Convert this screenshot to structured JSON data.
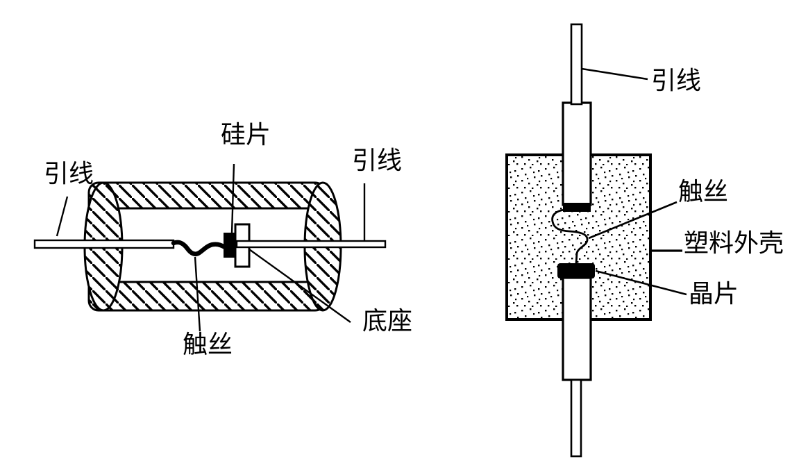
{
  "diagram": {
    "background": "#ffffff",
    "ink": "#000000",
    "left": {
      "labels": {
        "lead_left": "引线",
        "silicon_chip": "硅片",
        "lead_right": "引线",
        "contact_whisker": "触丝",
        "base": "底座"
      }
    },
    "right": {
      "labels": {
        "lead": "引线",
        "contact_whisker": "触丝",
        "plastic_case": "塑料外壳",
        "crystal_chip": "晶片"
      }
    }
  }
}
